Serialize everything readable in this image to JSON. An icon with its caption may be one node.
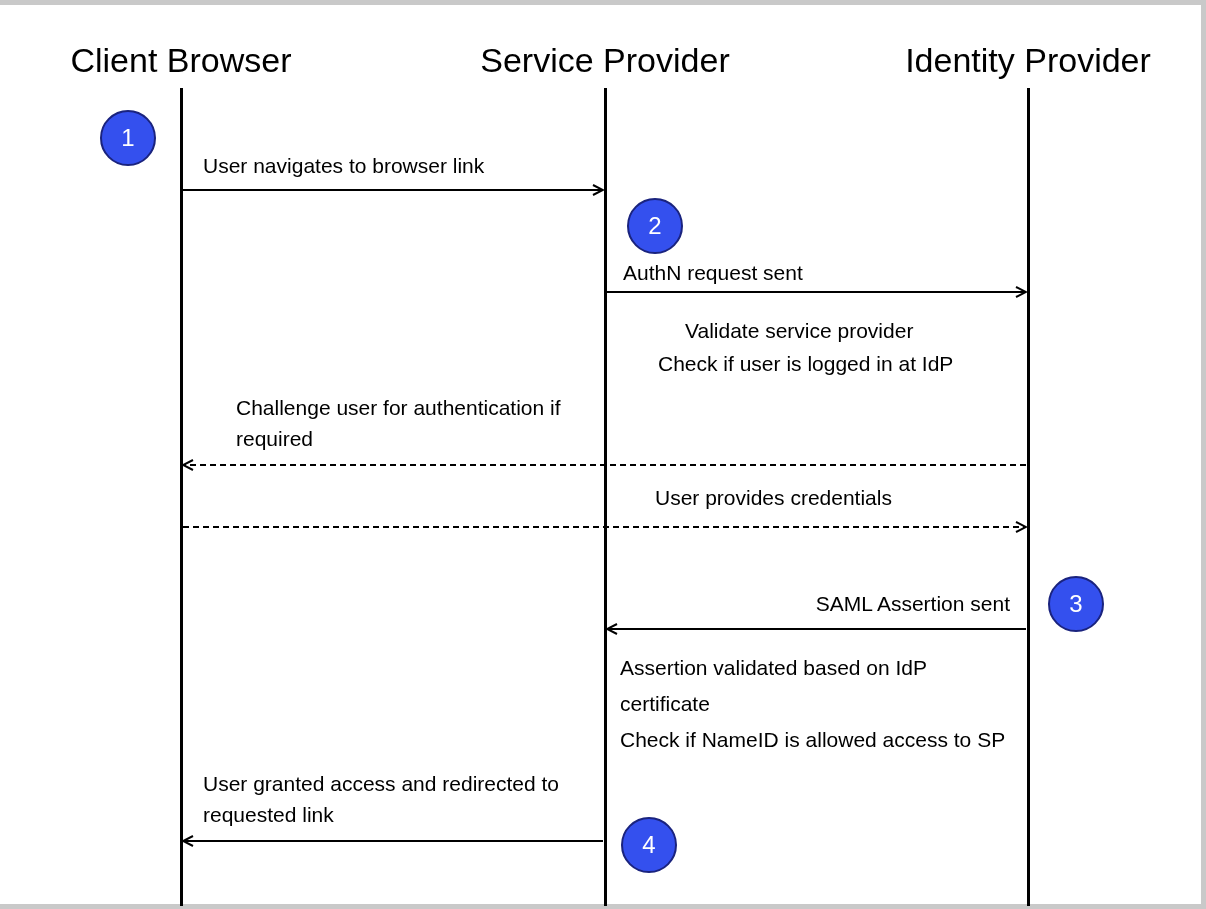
{
  "diagram": {
    "nodes": [
      {
        "text": [
          "Client Browser"
        ]
      },
      {
        "text": [
          "Service Provider"
        ]
      },
      {
        "text": [
          "Identity Provider"
        ]
      },
      {
        "text": [
          "1"
        ]
      },
      {
        "text": [
          "2"
        ]
      },
      {
        "text": [
          "3"
        ]
      },
      {
        "text": [
          "4"
        ]
      }
    ],
    "edges": [
      {
        "from": 0,
        "to": 1,
        "arrow": "to",
        "label": "User navigates to browser link"
      },
      {
        "from": 1,
        "to": 2,
        "arrow": "to",
        "label": "AuthN request sent"
      },
      {
        "from": 2,
        "to": 0,
        "arrow": "to",
        "style": "dashed",
        "label": "Challenge user for authentication if required"
      },
      {
        "from": 0,
        "to": 2,
        "arrow": "to",
        "style": "dashed",
        "label": "User provides credentials"
      },
      {
        "from": 2,
        "to": 1,
        "arrow": "to",
        "label": "SAML Assertion sent"
      },
      {
        "from": 1,
        "to": 0,
        "arrow": "to",
        "label": "User granted access and redirected to requested link"
      }
    ],
    "labels": [
      "Validate service provider",
      "Check if user is logged in at IdP",
      "Assertion validated based on IdP certificate",
      "Check if NameID is allowed access to SP"
    ]
  }
}
